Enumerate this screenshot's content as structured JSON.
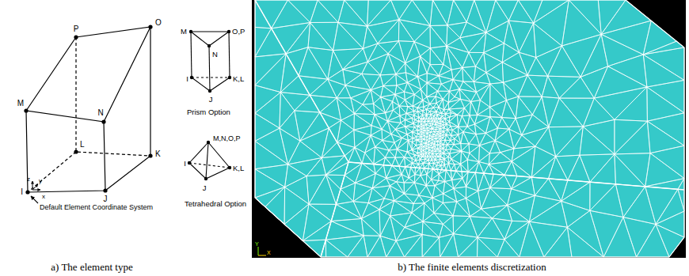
{
  "diagram": {
    "labels": [
      "P",
      "O",
      "M",
      "N",
      "L",
      "K",
      "I",
      "J",
      "z",
      "y",
      "x",
      "Default Element Coordinate System",
      "M",
      "N",
      "O,P",
      "I",
      "J",
      "K,L",
      "Prism Option",
      "M,N,O,P",
      "I",
      "J",
      "K,L",
      "Tetrahedral Option",
      "Y",
      "X",
      "a) The element type",
      "b) The finite elements discretization"
    ]
  }
}
